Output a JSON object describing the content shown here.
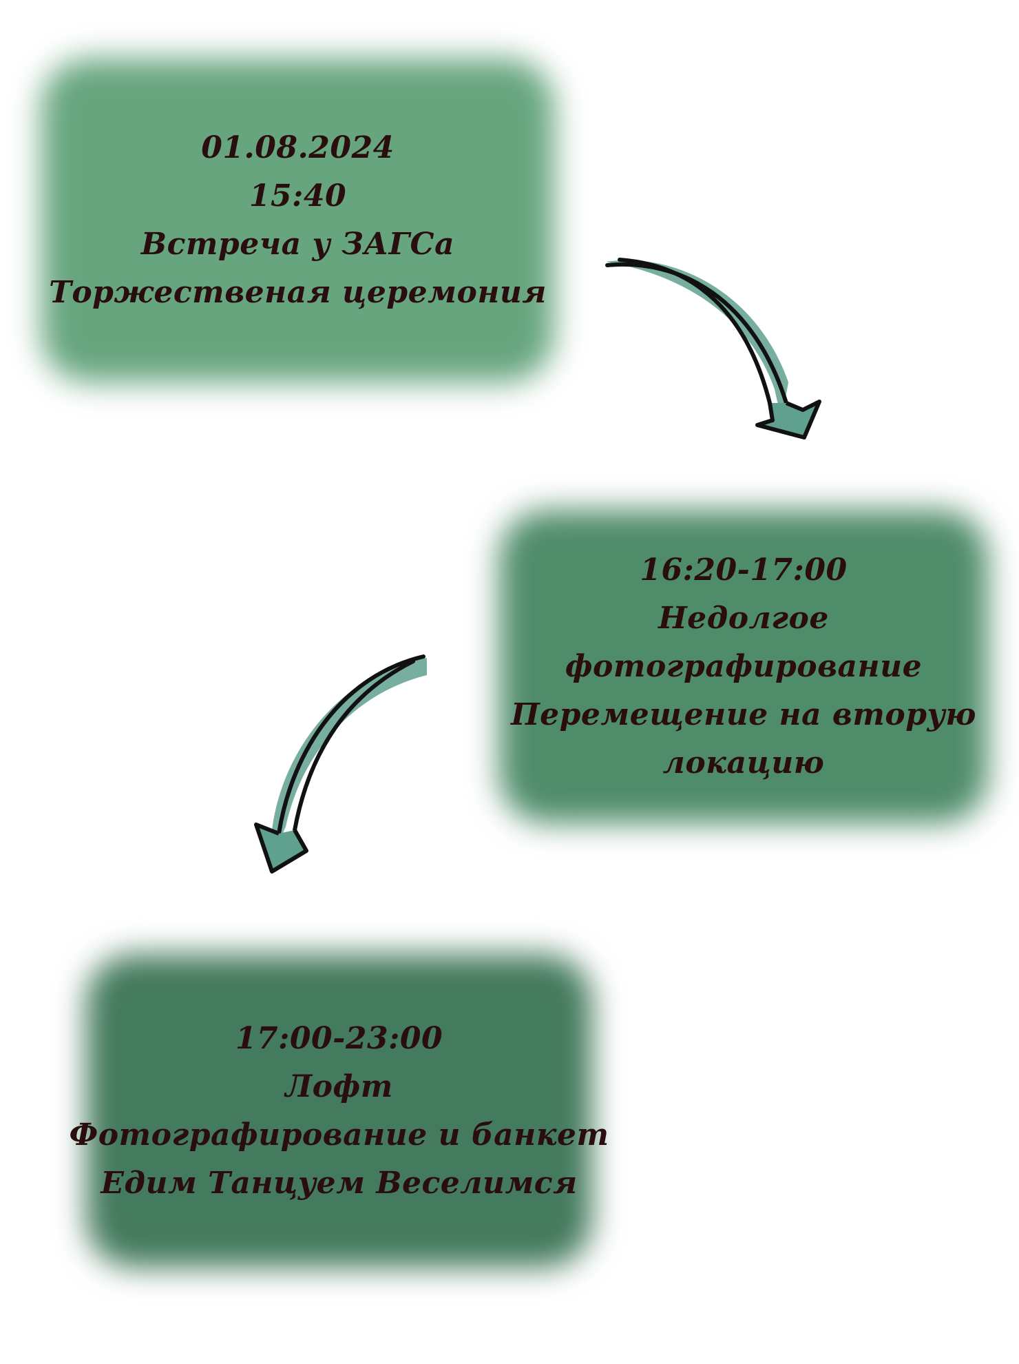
{
  "colors": {
    "card1": "#66a57e",
    "card2": "#4f8c6a",
    "card3": "#447a5d",
    "text": "#2a0d0f",
    "arrow_fill": "#5fa08f",
    "arrow_stroke": "#111111"
  },
  "timeline": [
    {
      "lines": [
        "01.08.2024",
        "15:40",
        "Встреча у ЗАГСа",
        "Торжественая церемония"
      ]
    },
    {
      "lines": [
        "16:20-17:00",
        "Недолгое",
        "фотографирование",
        "Перемещение на вторую",
        "локацию"
      ]
    },
    {
      "lines": [
        "17:00-23:00",
        "Лофт",
        "Фотографирование и банкет",
        "Едим Танцуем Веселимся"
      ]
    }
  ],
  "icons": {
    "arrow1": "curved-arrow-down-right-icon",
    "arrow2": "curved-arrow-down-left-icon"
  }
}
